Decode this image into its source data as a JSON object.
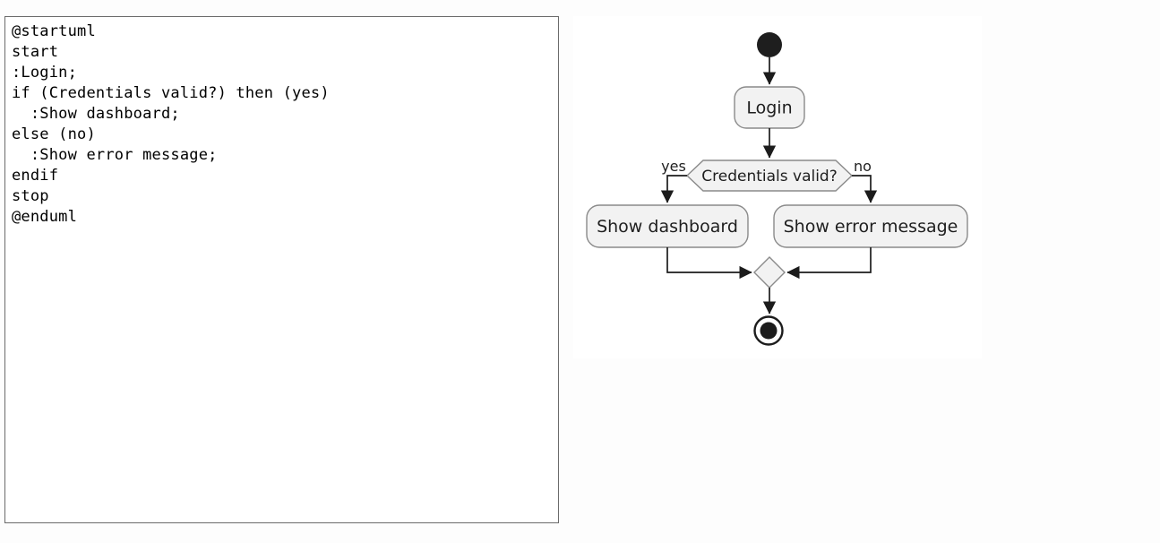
{
  "editor": {
    "code": "@startuml\nstart\n:Login;\nif (Credentials valid?) then (yes)\n  :Show dashboard;\nelse (no)\n  :Show error message;\nendif\nstop\n@enduml"
  },
  "diagram": {
    "kind": "plantuml-activity-diagram",
    "nodes": {
      "action_login": "Login",
      "decision": "Credentials valid?",
      "branch_yes": "yes",
      "branch_no": "no",
      "action_dashboard": "Show dashboard",
      "action_error": "Show error message"
    },
    "colors": {
      "node_fill": "#f2f2f2",
      "node_border": "#8a8a8a",
      "edge": "#1c1c1c",
      "text": "#1f1f1f",
      "canvas": "#ffffff",
      "page_background": "#fdfdfd"
    }
  }
}
